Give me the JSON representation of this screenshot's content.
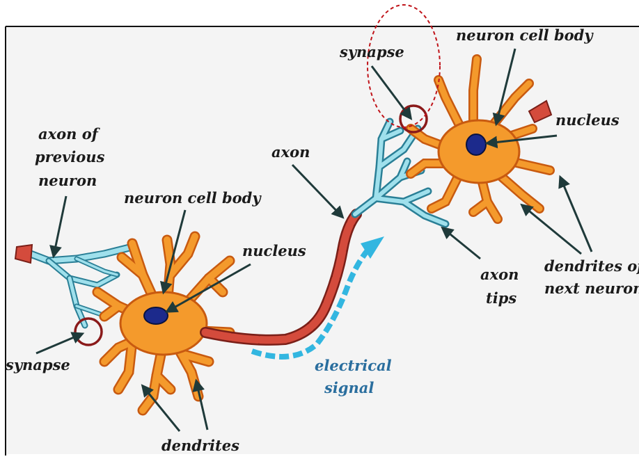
{
  "labels": {
    "axon_prev_1": "axon of",
    "axon_prev_2": "previous",
    "axon_prev_3": "neuron",
    "cell_body_left": "neuron cell body",
    "nucleus_left": "nucleus",
    "synapse_left": "synapse",
    "dendrites": "dendrites",
    "axon": "axon",
    "electrical_1": "electrical",
    "electrical_2": "signal",
    "synapse_right": "synapse",
    "cell_body_right": "neuron cell body",
    "nucleus_right": "nucleus",
    "axon_tips_1": "axon",
    "axon_tips_2": "tips",
    "dendrites_next_1": "dendrites of",
    "dendrites_next_2": "next neuron"
  },
  "colors": {
    "frame": "#111111",
    "panel": "#f4f4f4",
    "cell_body": "#f49a2c",
    "cell_edge": "#c85a10",
    "nucleus": "#1c2a8c",
    "axon_segment": "#d44b3c",
    "axon_edge": "#7a1f18",
    "axon_terminal": "#9fe0ec",
    "terminal_edge": "#2a7f96",
    "signal": "#32b6e0",
    "synapse_circle": "#8a1a1a",
    "highlight": "#c0141a",
    "arrow": "#1f3a3a"
  }
}
